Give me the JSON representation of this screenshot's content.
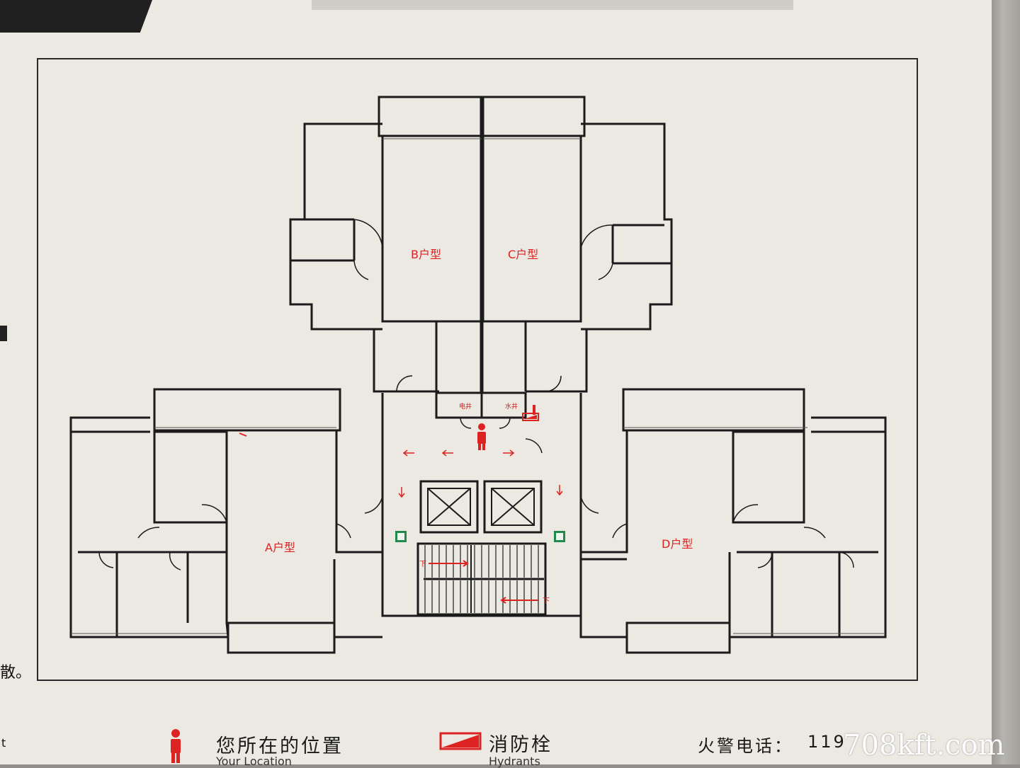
{
  "units": {
    "a": "A户型",
    "b": "B户型",
    "c": "C户型",
    "d": "D户型"
  },
  "shafts": {
    "electric": "电井",
    "water": "水井"
  },
  "stair_down_left": "下",
  "stair_down_right": "下",
  "side_left_char": "散。",
  "side_left_small": "t",
  "legend": {
    "location_cn": "您所在的位置",
    "location_en": "Your Location",
    "hydrant_cn": "消防栓",
    "hydrant_en": "Hydrants",
    "fire_phone_label": "火警电话：",
    "fire_phone_number": "119"
  },
  "watermark": "708kft.com",
  "colors": {
    "board": "#ebe9e1",
    "wall": "#1b1b1b",
    "accent": "#d22222",
    "hydrant_green": "#1f8a4a"
  },
  "icons": {
    "location": "person-icon",
    "hydrant": "hydrant-icon",
    "elevator": "elevator-icon",
    "exit": "exit-sign-icon"
  }
}
